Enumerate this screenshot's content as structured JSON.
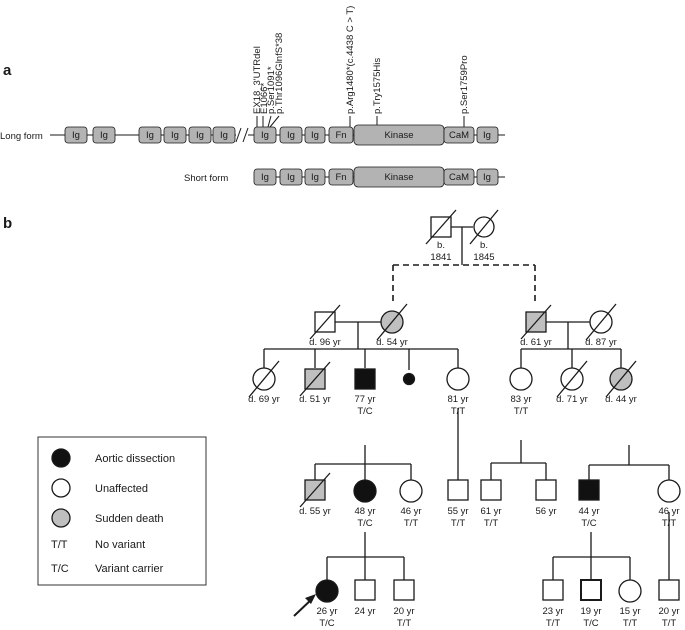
{
  "panel_labels": {
    "a": "a",
    "b": "b"
  },
  "protein": {
    "long_label": "Long form",
    "short_label": "Short form",
    "break_mark": "//",
    "ig": "Ig",
    "fn": "Fn",
    "kinase": "Kinase",
    "cam": "CaM",
    "variants": [
      "EX18_3'UTRdel",
      "E1066*",
      "p.Ser1091*",
      "p.Thr1096GlnfS*38",
      "p.Arg1480*(c.4438 C > T)",
      "p.Try1575His",
      "p.Ser1759Pro"
    ]
  },
  "legend": {
    "aortic": "Aortic dissection",
    "unaffected": "Unaffected",
    "sudden": "Sudden death",
    "tt_key": "T/T",
    "tt_desc": "No variant",
    "tc_key": "T/C",
    "tc_desc": "Variant carrier"
  },
  "colors": {
    "affected": "#111111",
    "sudden": "#bfbfbf",
    "unaffected": "#ffffff"
  },
  "pedigree": {
    "gen1": {
      "male_born": "b.",
      "male_year": "1841",
      "female_born": "b.",
      "female_year": "1845"
    },
    "gen2": {
      "lf": "d. 96 yr",
      "lm": "d. 54 yr",
      "rf": "d. 61 yr",
      "rm": "d. 87 yr"
    },
    "gen3": {
      "a": "d. 69 yr",
      "b": "d. 51 yr",
      "c_age": "77 yr",
      "c_gt": "T/C",
      "e_age": "81 yr",
      "e_gt": "T/T",
      "f_age": "83 yr",
      "f_gt": "T/T",
      "g": "d. 71 yr",
      "h": "d. 44 yr"
    },
    "gen4": {
      "a": "d. 55 yr",
      "b_age": "48 yr",
      "b_gt": "T/C",
      "c_age": "46 yr",
      "c_gt": "T/T",
      "d_age": "55 yr",
      "d_gt": "T/T",
      "e_age": "61 yr",
      "e_gt": "T/T",
      "f_age": "56 yr",
      "g_age": "44 yr",
      "g_gt": "T/C",
      "h_age": "46 yr",
      "h_gt": "T/T"
    },
    "gen5": {
      "a_age": "26 yr",
      "a_gt": "T/C",
      "b_age": "24 yr",
      "c_age": "20 yr",
      "c_gt": "T/T",
      "d_age": "23 yr",
      "d_gt": "T/T",
      "e_age": "19 yr",
      "e_gt": "T/C",
      "f_age": "15 yr",
      "f_gt": "T/T",
      "g_age": "20 yr",
      "g_gt": "T/T"
    }
  }
}
